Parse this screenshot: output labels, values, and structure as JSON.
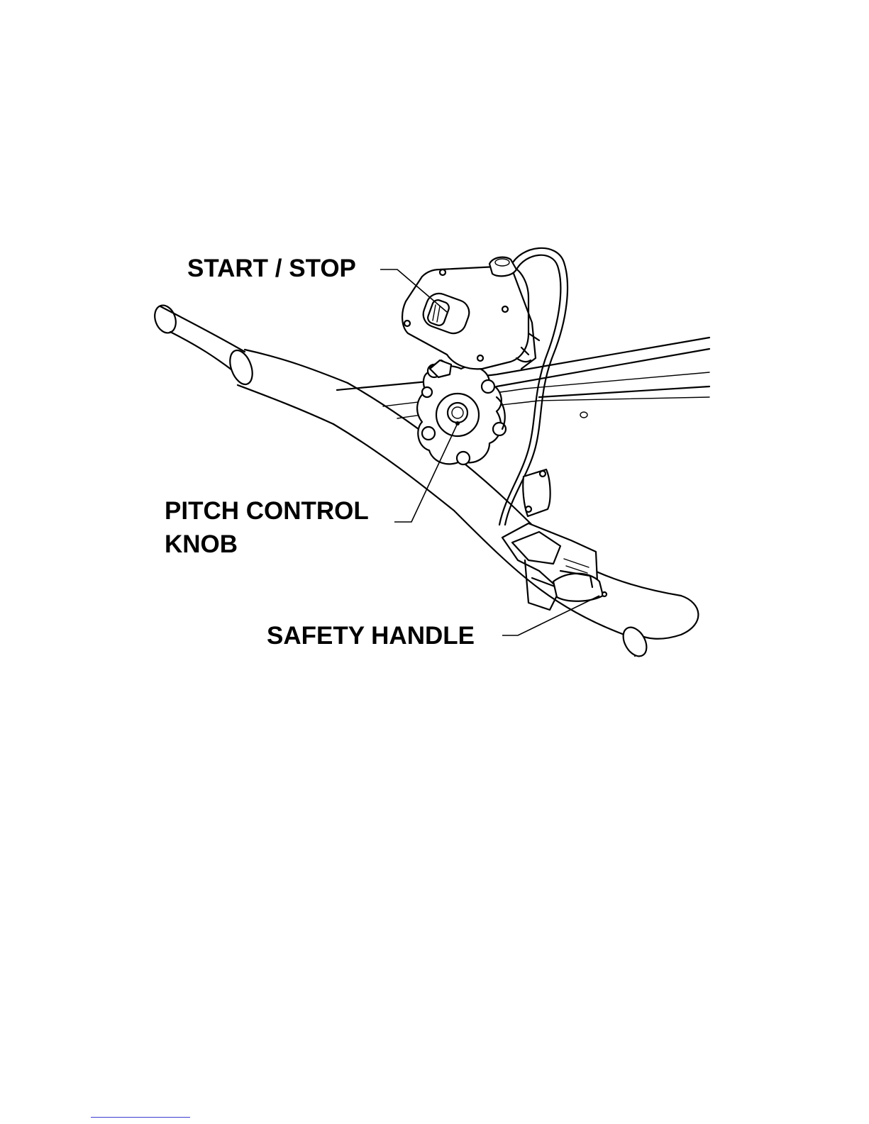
{
  "labels": {
    "start_stop": "START / STOP",
    "pitch_control_line1": "PITCH CONTROL",
    "pitch_control_line2": "KNOB",
    "safety_handle": "SAFETY HANDLE"
  },
  "colors": {
    "ink": "#000000",
    "paper": "#ffffff",
    "footer_rule": "#3a3ad0"
  }
}
